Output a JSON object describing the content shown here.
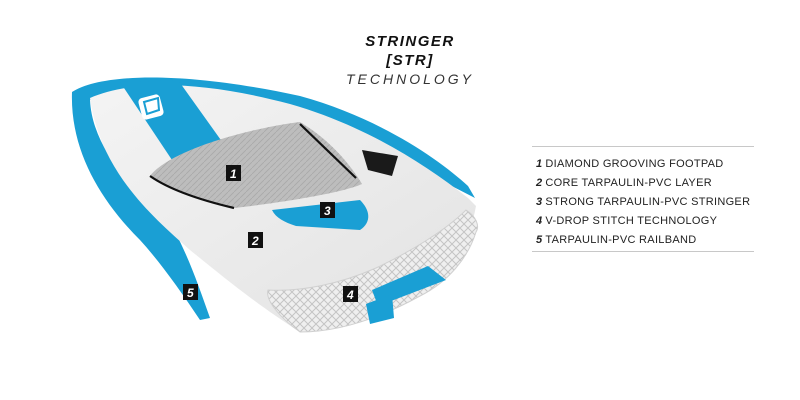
{
  "title": {
    "line1": "STRINGER",
    "line2": "[STR]",
    "line3": "TECHNOLOGY"
  },
  "legend": [
    {
      "num": "1",
      "label": "DIAMOND GROOVING FOOTPAD"
    },
    {
      "num": "2",
      "label": "CORE TARPAULIN-PVC LAYER"
    },
    {
      "num": "3",
      "label": "STRONG TARPAULIN-PVC STRINGER"
    },
    {
      "num": "4",
      "label": "V-DROP STITCH TECHNOLOGY"
    },
    {
      "num": "5",
      "label": "TARPAULIN-PVC RAILBAND"
    }
  ],
  "markers": [
    "1",
    "2",
    "3",
    "4",
    "5"
  ],
  "colors": {
    "accent": "#1a9fd4",
    "board": "#ececec",
    "pad": "#b9b9b9",
    "marker": "#111111"
  }
}
